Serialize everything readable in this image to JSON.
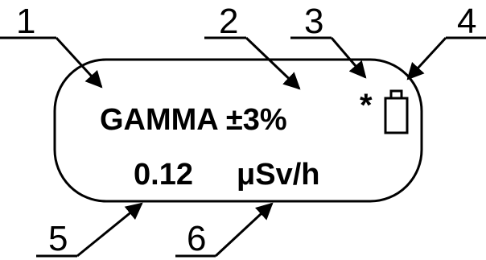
{
  "display": {
    "mode_label": "GAMMA ±3%",
    "indicator": "*",
    "dose_value": "0.12",
    "dose_unit": "μSv/h"
  },
  "callouts": {
    "c1": "1",
    "c2": "2",
    "c3": "3",
    "c4": "4",
    "c5": "5",
    "c6": "6"
  }
}
